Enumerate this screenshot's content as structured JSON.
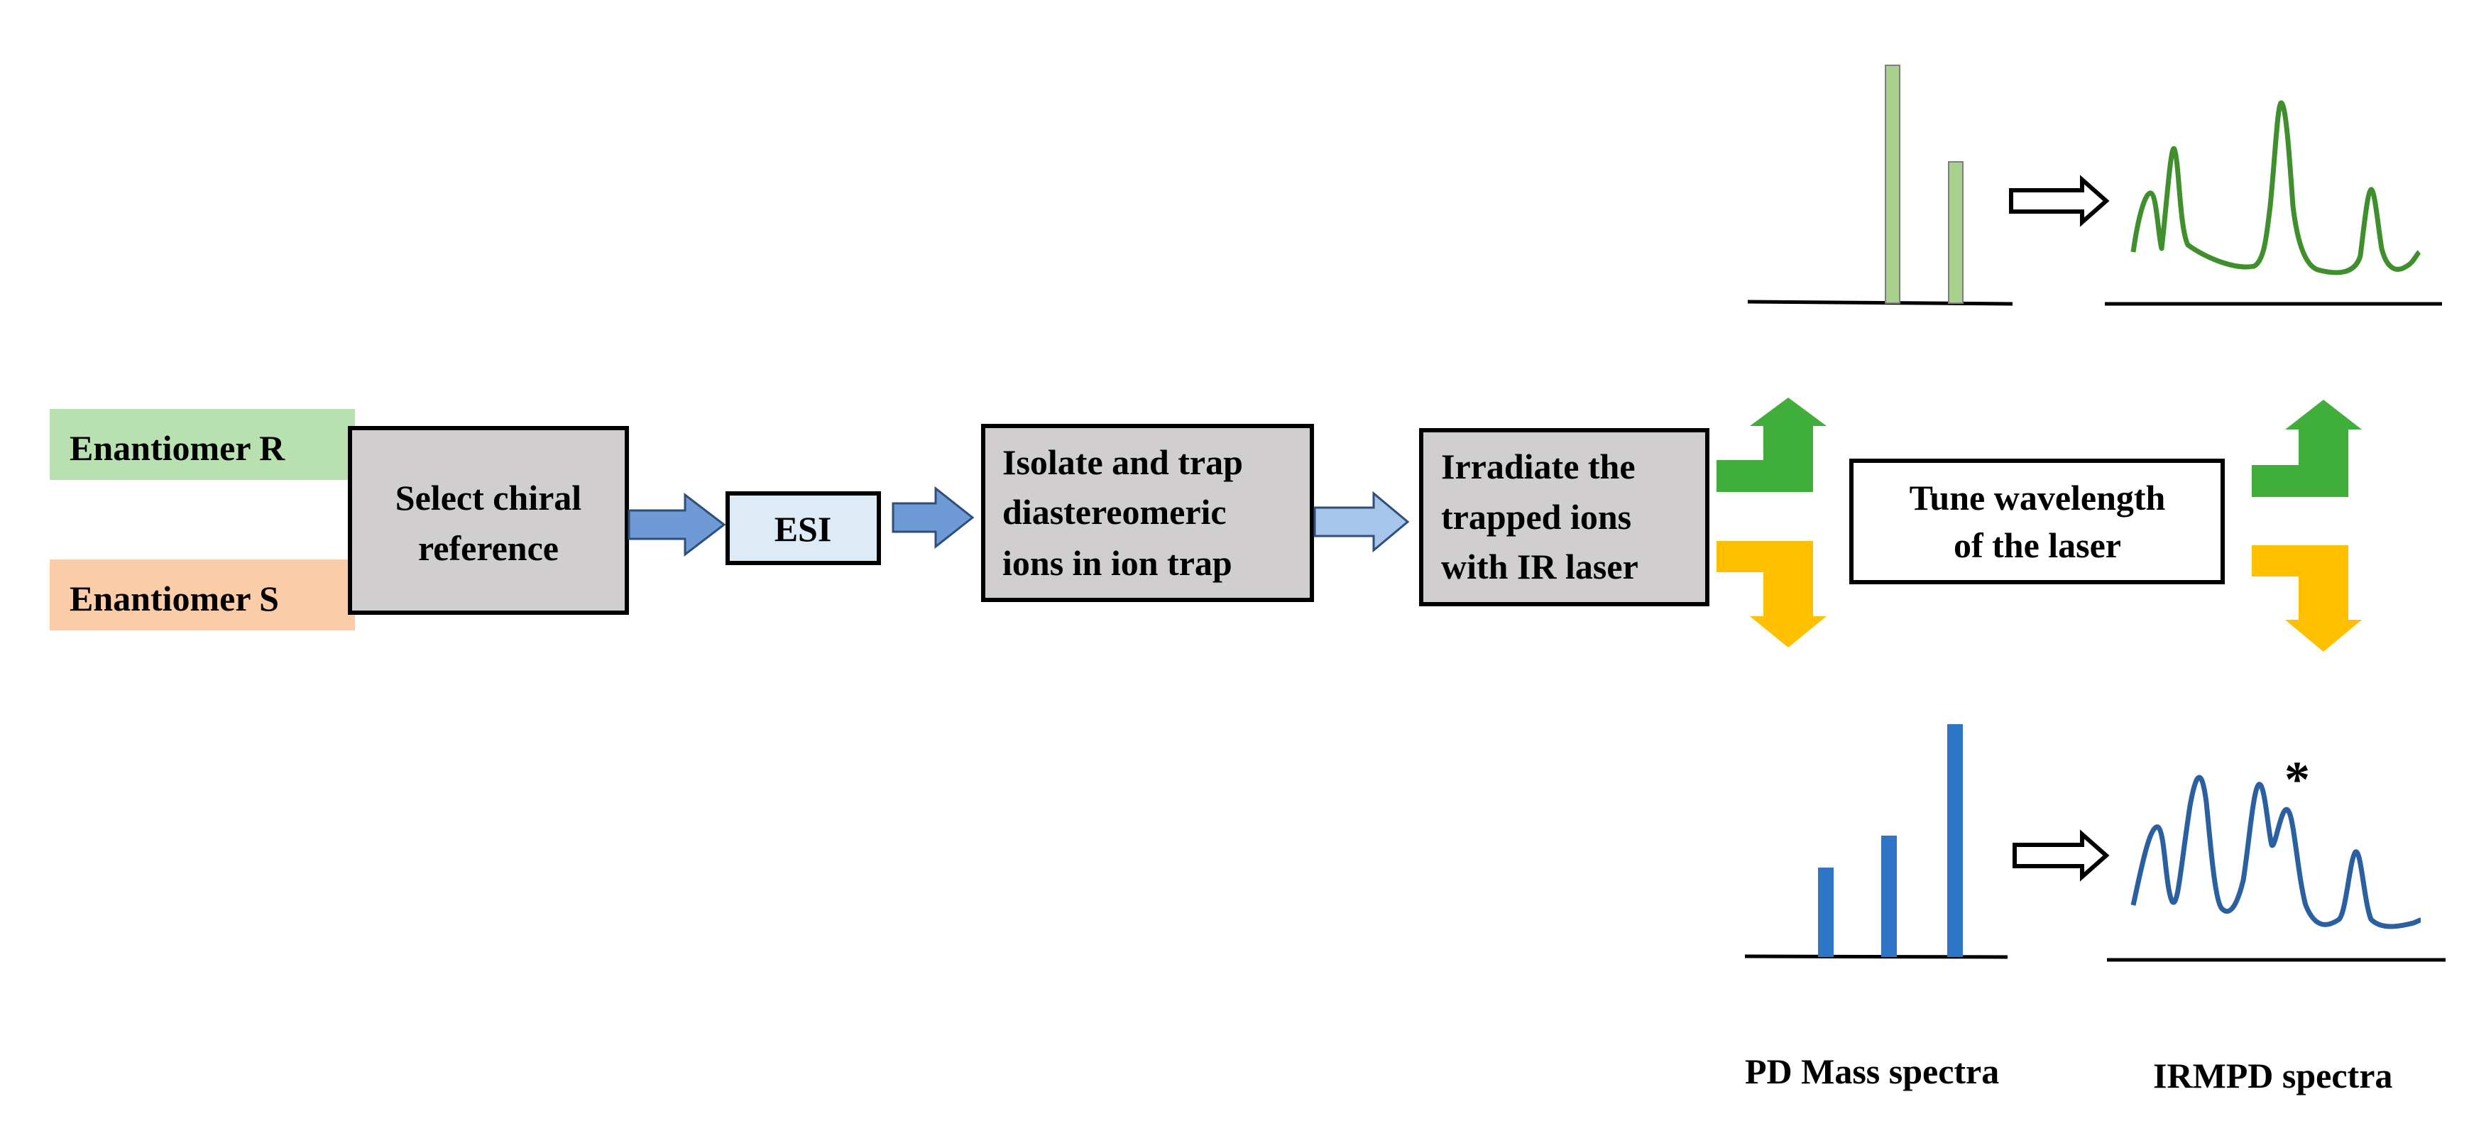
{
  "inputs": {
    "enantiomer_r": "Enantiomer R",
    "enantiomer_s": "Enantiomer S"
  },
  "steps": {
    "select_chiral_reference": [
      "Select chiral",
      "reference"
    ],
    "esi": "ESI",
    "isolate_and_trap": [
      "Isolate and trap",
      "diastereomeric",
      "ions in ion trap"
    ],
    "irradiate": [
      "Irradiate the",
      "trapped ions",
      "with IR laser"
    ],
    "tune_wavelength": [
      "Tune wavelength",
      "of the laser"
    ]
  },
  "outputs": {
    "pd_mass_spectra": "PD Mass spectra",
    "irmpd_spectra": "IRMPD spectra",
    "marker_symbol": "*"
  },
  "colors": {
    "enantiomer_r_fill": "#b9e0b0",
    "enantiomer_s_fill": "#fbcca8",
    "gray_box": "#d0cece",
    "esi_box": "#ddebf7",
    "blue_arrow": "#6e9bd6",
    "light_blue_arrow": "#a7c4ea",
    "green_arrow": "#3fae3a",
    "yellow_arrow": "#ffc000",
    "green_bar": "#a9d18e",
    "green_curve": "#3f8f2d",
    "blue_bar": "#2e75c6",
    "blue_curve": "#2a5fa0"
  }
}
